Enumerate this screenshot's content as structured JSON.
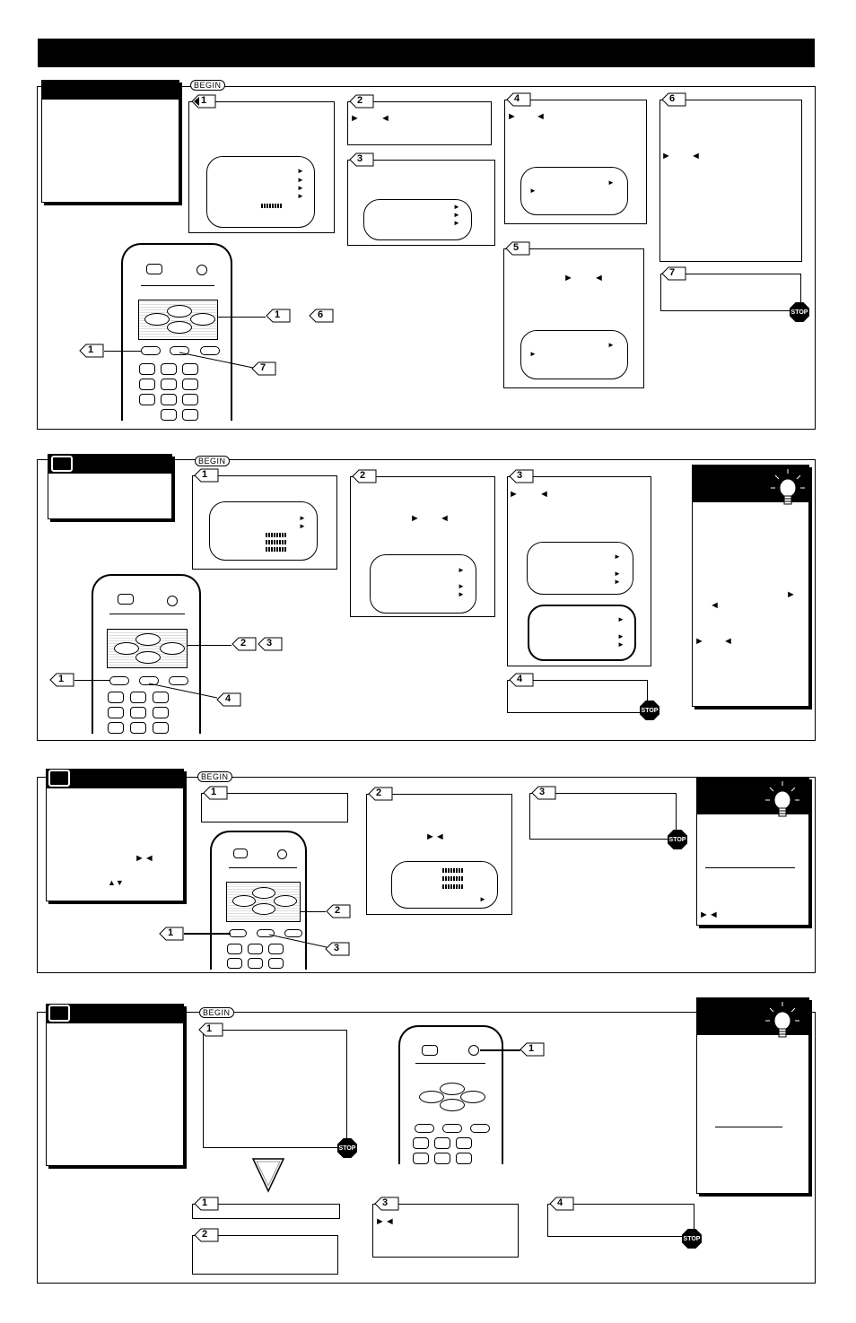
{
  "header": {
    "title": ""
  },
  "labels": {
    "begin": "BEGIN",
    "stop": "STOP"
  },
  "steps": {
    "s1": "1",
    "s2": "2",
    "s3": "3",
    "s4": "4",
    "s5": "5",
    "s6": "6",
    "s7": "7"
  },
  "glyphs": {
    "right": "►",
    "left": "◄",
    "up_down": "▲▼",
    "right_left": "►◄",
    "tri_small": "▸"
  },
  "colors": {
    "ink": "#000000",
    "paper": "#ffffff"
  }
}
